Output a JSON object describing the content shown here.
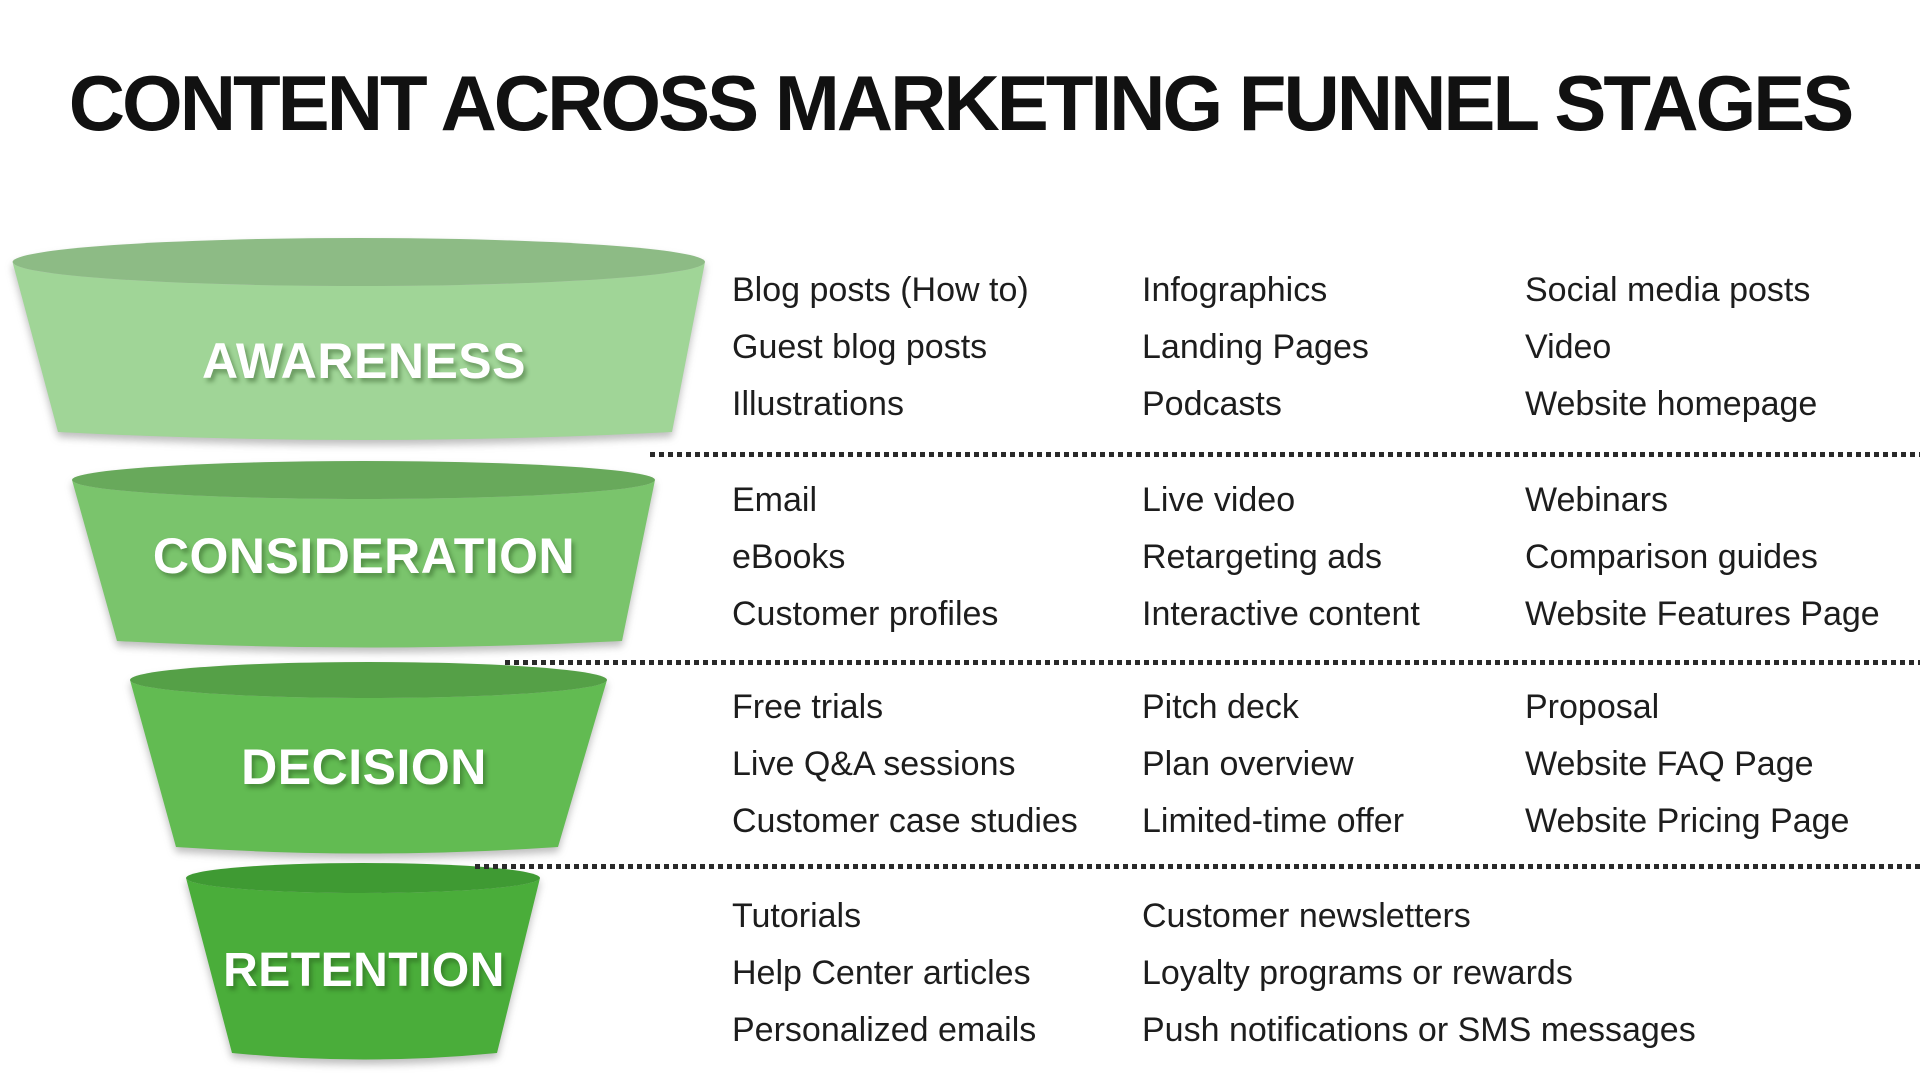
{
  "title": "CONTENT ACROSS MARKETING FUNNEL STAGES",
  "style": {
    "background": "#ffffff",
    "text_color": "#1d1d1d",
    "divider_color": "#2a2a2a",
    "label_text_color": "#ffffff"
  },
  "stages": [
    {
      "name": "AWARENESS",
      "color_body": "#a0d597",
      "color_top": "#8dbb85",
      "columns": [
        [
          "Blog posts (How to)",
          "Guest blog posts",
          "Illustrations"
        ],
        [
          "Infographics",
          "Landing Pages",
          "Podcasts"
        ],
        [
          "Social media posts",
          "Video",
          "Website homepage"
        ]
      ]
    },
    {
      "name": "CONSIDERATION",
      "color_body": "#7ac46c",
      "color_top": "#68a95b",
      "columns": [
        [
          "Email",
          "eBooks",
          "Customer profiles"
        ],
        [
          "Live video",
          "Retargeting ads",
          "Interactive content"
        ],
        [
          "Webinars",
          "Comparison guides",
          "Website Features Page"
        ]
      ]
    },
    {
      "name": "DECISION",
      "color_body": "#62bb52",
      "color_top": "#55a047",
      "columns": [
        [
          "Free trials",
          "Live Q&A sessions",
          "Customer case studies"
        ],
        [
          "Pitch deck",
          "Plan overview",
          "Limited-time offer"
        ],
        [
          "Proposal",
          "Website FAQ Page",
          "Website Pricing Page"
        ]
      ]
    },
    {
      "name": "RETENTION",
      "color_body": "#4aad3a",
      "color_top": "#3f9a33",
      "columns": [
        [
          "Tutorials",
          "Help Center articles",
          "Personalized emails"
        ],
        [
          "Customer newsletters",
          "Loyalty programs or rewards",
          "Push notifications or SMS messages"
        ]
      ]
    }
  ]
}
